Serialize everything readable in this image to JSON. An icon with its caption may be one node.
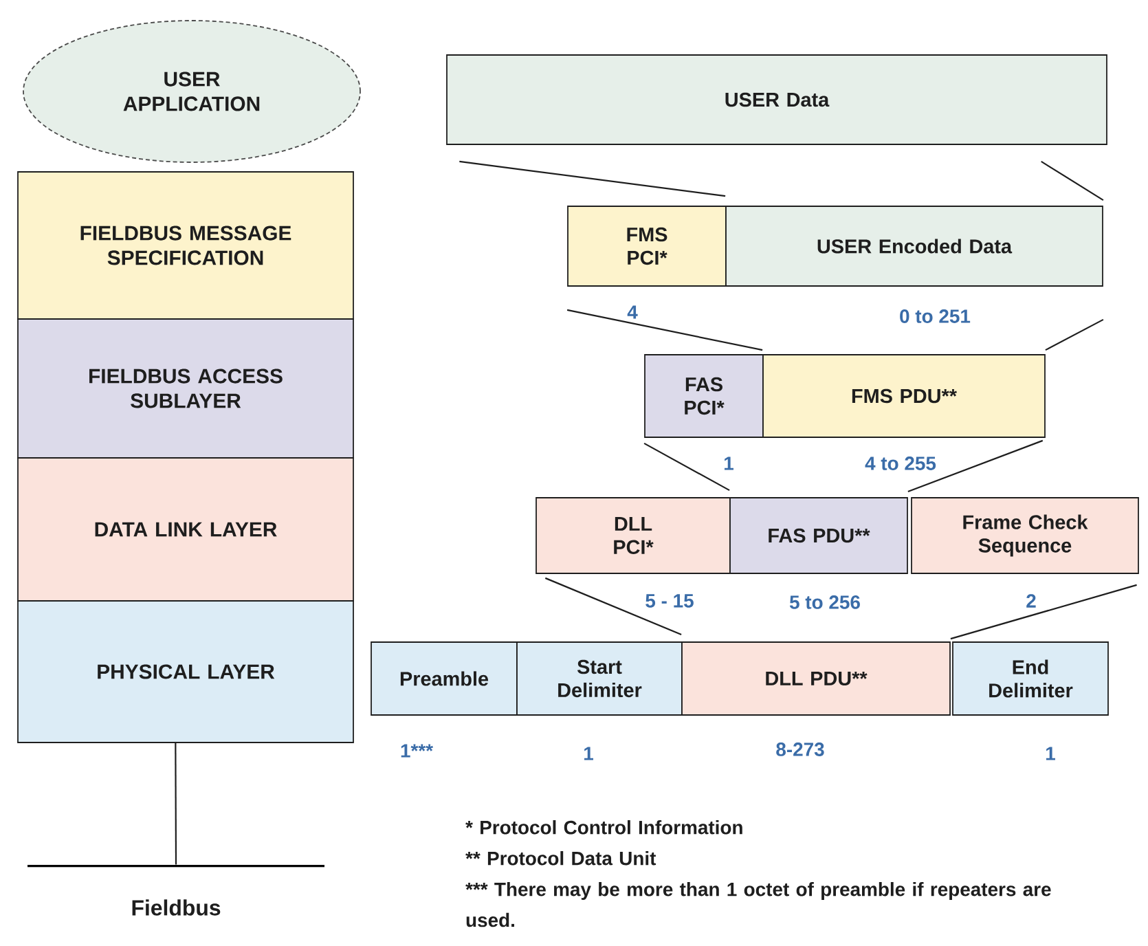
{
  "diagram": {
    "nodes": [
      {
        "text": [
          "USER APPLICATION"
        ]
      },
      {
        "text": [
          "FIELDBUS MESSAGE SPECIFICATION"
        ]
      },
      {
        "text": [
          "FIELDBUS ACCESS SUBLAYER"
        ]
      },
      {
        "text": [
          "DATA LINK LAYER"
        ]
      },
      {
        "text": [
          "PHYSICAL LAYER"
        ]
      },
      {
        "text": [],
        "shape": "bar",
        "beside": [
          "Fieldbus"
        ]
      },
      {
        "text": [
          "USER Data"
        ]
      },
      {
        "text": [
          "FMS PCI*"
        ]
      },
      {
        "text": [
          "USER Encoded Data"
        ]
      },
      {
        "text": [
          "FAS PCI*"
        ]
      },
      {
        "text": [
          "FMS PDU**"
        ]
      },
      {
        "text": [
          "DLL PCI*"
        ]
      },
      {
        "text": [
          "FAS PDU**"
        ]
      },
      {
        "text": [
          "Frame Check Sequence"
        ]
      },
      {
        "text": [
          "Preamble"
        ]
      },
      {
        "text": [
          "Start Delimiter"
        ]
      },
      {
        "text": [
          "DLL PDU**"
        ]
      },
      {
        "text": [
          "End Delimiter"
        ]
      }
    ],
    "edges": [
      {
        "from": 4,
        "to": 5,
        "arrow": "none"
      },
      {
        "from": 6,
        "to": 8,
        "arrow": "none"
      },
      {
        "from": 6,
        "to": 8,
        "arrow": "none"
      },
      {
        "from": 7,
        "to": 10,
        "arrow": "none"
      },
      {
        "from": 8,
        "to": 10,
        "arrow": "none"
      },
      {
        "from": 9,
        "to": 12,
        "arrow": "none"
      },
      {
        "from": 10,
        "to": 12,
        "arrow": "none"
      },
      {
        "from": 11,
        "to": 16,
        "arrow": "none"
      },
      {
        "from": 13,
        "to": 16,
        "arrow": "none"
      }
    ],
    "labels": [
      "4",
      "0 to 251",
      "1",
      "4 to 255",
      "5 - 15",
      "5 to 256",
      "2",
      "1***",
      "1",
      "8-273",
      "1",
      "* Protocol Control Information",
      "** Protocol Data Unit",
      "*** There may be more than 1 octet of preamble if repeaters are used."
    ]
  }
}
